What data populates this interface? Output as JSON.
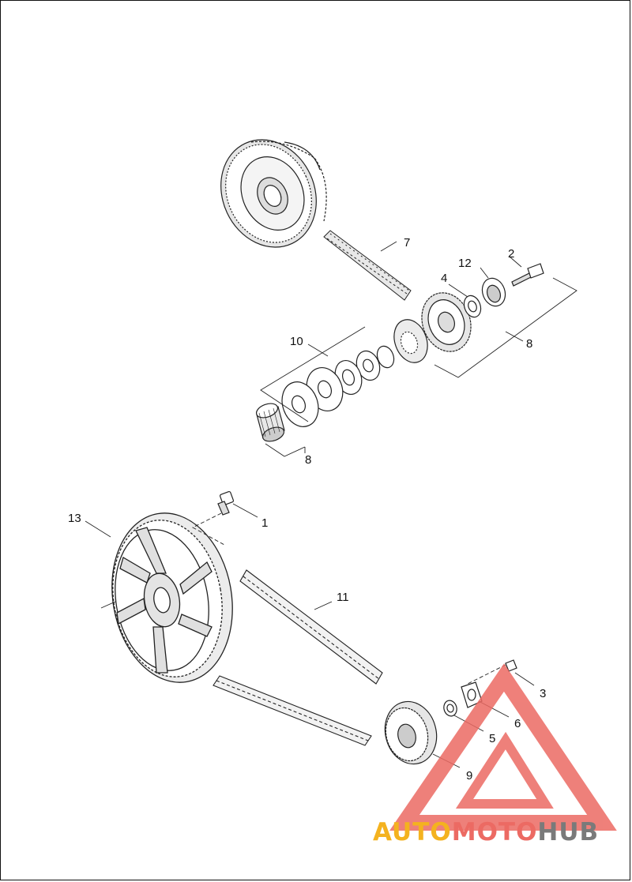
{
  "callouts": {
    "c1": "1",
    "c2": "2",
    "c3": "3",
    "c4": "4",
    "c5": "5",
    "c6": "6",
    "c7": "7",
    "c8a": "8",
    "c8b": "8",
    "c9": "9",
    "c10": "10",
    "c11": "11",
    "c12": "12",
    "c13": "13"
  },
  "watermark": {
    "part1": "AUTO",
    "part2": "MOTO",
    "part3": "HUB",
    "color_auto": "#f4b21f",
    "color_moto": "#ec6a63",
    "color_hub": "#7a7a7a"
  }
}
